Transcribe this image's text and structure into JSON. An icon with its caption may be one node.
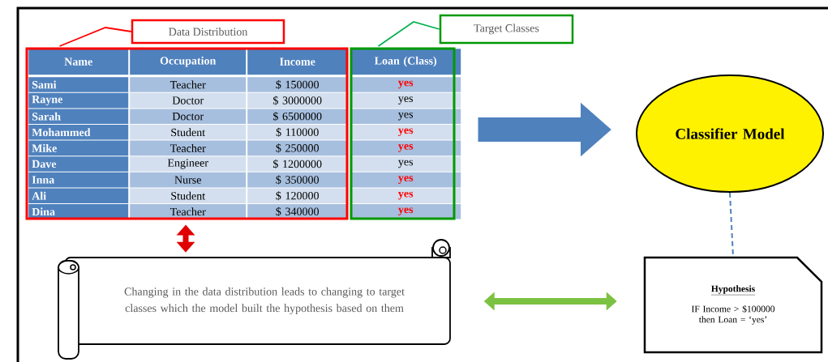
{
  "diagram": {
    "nodes": [
      {
        "text": [
          "Data Distribution"
        ]
      },
      {
        "text": [
          "Target Classes"
        ]
      },
      {
        "text": [],
        "shape": "box"
      },
      {
        "text": [],
        "shape": "box"
      },
      {
        "text": [
          "Classifier Model"
        ]
      },
      {
        "text": [
          "Changing in the data distribution leads to changing to target classes which the model built the hypothesis based on them"
        ]
      },
      {
        "text": [
          "Hypothesis",
          "IF Income > $100000 then Loan = ‘yes’"
        ]
      }
    ],
    "edges": [
      {
        "from": 0,
        "to": 2,
        "arrow": "none",
        "color": "#ff0000"
      },
      {
        "from": 1,
        "to": 3,
        "arrow": "none",
        "color": "#00b050"
      },
      {
        "from": 3,
        "to": 4,
        "arrow": "to",
        "style": "thick",
        "color": "#4f81bd"
      },
      {
        "from": 2,
        "to": 5,
        "arrow": "both",
        "style": "thick",
        "color": "#e00000"
      },
      {
        "from": 5,
        "to": 6,
        "arrow": "both",
        "style": "thick",
        "color": "#7cc242"
      },
      {
        "from": 4,
        "to": 6,
        "arrow": "none",
        "style": "dashed",
        "color": "#4f81bd"
      }
    ],
    "labels": [
      "Name",
      "Occupation",
      "Income",
      "Loan (Class)",
      "Sami",
      "Teacher",
      "$ 150000",
      "yes",
      "Rayne",
      "Doctor",
      "$ 3000000",
      "yes",
      "Sarah",
      "Doctor",
      "$ 6500000",
      "yes",
      "Mohammed",
      "Student",
      "$ 110000",
      "yes",
      "Mike",
      "Teacher",
      "$ 250000",
      "yes",
      "Dave",
      "Engineer",
      "$ 1200000",
      "yes",
      "Inna",
      "Nurse",
      "$ 350000",
      "yes",
      "Ali",
      "Student",
      "$ 120000",
      "yes",
      "Dina",
      "Teacher",
      "$ 340000",
      "yes"
    ]
  }
}
